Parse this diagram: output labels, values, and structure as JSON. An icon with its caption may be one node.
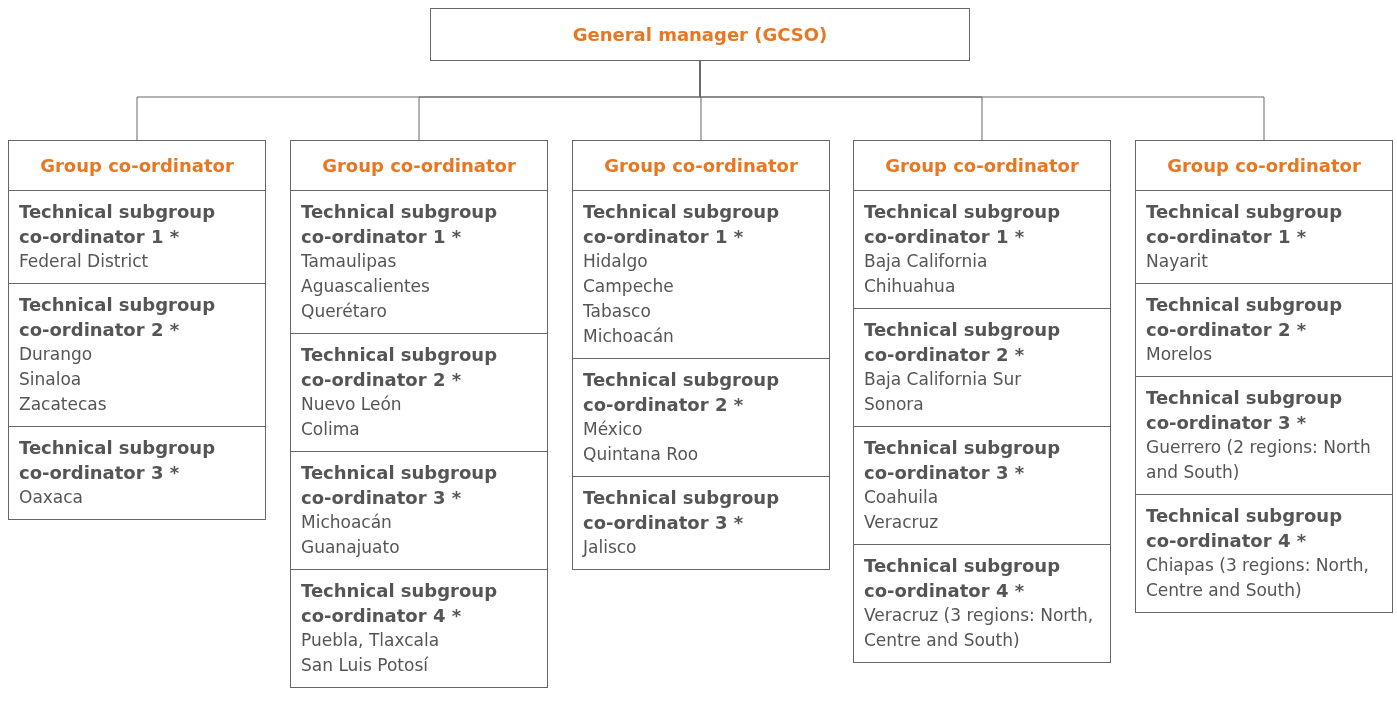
{
  "diagram": {
    "nodes": [
      {
        "text": [
          "General manager (GCSO)"
        ]
      },
      {
        "text": [
          "Group co-ordinator"
        ]
      },
      {
        "text": [
          "Technical subgroup co-ordinator 1 *",
          "Federal District"
        ],
        "in": 1
      },
      {
        "text": [
          "Technical subgroup co-ordinator 2 *",
          "Durango",
          "Sinaloa",
          "Zacatecas"
        ],
        "in": 1
      },
      {
        "text": [
          "Technical subgroup co-ordinator 3 *",
          "Oaxaca"
        ],
        "in": 1
      },
      {
        "text": [
          "Group co-ordinator"
        ]
      },
      {
        "text": [
          "Technical subgroup co-ordinator 1 *",
          "Tamaulipas",
          "Aguascalientes",
          "Querétaro"
        ],
        "in": 5
      },
      {
        "text": [
          "Technical subgroup co-ordinator 2 *",
          "Nuevo León",
          "Colima"
        ],
        "in": 5
      },
      {
        "text": [
          "Technical subgroup co-ordinator 3 *",
          "Michoacán",
          "Guanajuato"
        ],
        "in": 5
      },
      {
        "text": [
          "Technical subgroup co-ordinator 4 *",
          "Puebla, Tlaxcala",
          "San Luis Potosí"
        ],
        "in": 5
      },
      {
        "text": [
          "Group co-ordinator"
        ]
      },
      {
        "text": [
          "Technical subgroup co-ordinator 1 *",
          "Hidalgo",
          "Campeche",
          "Tabasco",
          "Michoacán"
        ],
        "in": 10
      },
      {
        "text": [
          "Technical subgroup co-ordinator 2 *",
          "México",
          "Quintana Roo"
        ],
        "in": 10
      },
      {
        "text": [
          "Technical subgroup co-ordinator 3 *",
          "Jalisco"
        ],
        "in": 10
      },
      {
        "text": [
          "Group co-ordinator"
        ]
      },
      {
        "text": [
          "Technical subgroup co-ordinator 1 *",
          "Baja California",
          "Chihuahua"
        ],
        "in": 14
      },
      {
        "text": [
          "Technical subgroup co-ordinator 2 *",
          "Baja California Sur",
          "Sonora"
        ],
        "in": 14
      },
      {
        "text": [
          "Technical subgroup co-ordinator 3 *",
          "Coahuila",
          "Veracruz"
        ],
        "in": 14
      },
      {
        "text": [
          "Technical subgroup co-ordinator 4 *",
          "Veracruz (3 regions: North, Centre and South)"
        ],
        "in": 14
      },
      {
        "text": [
          "Group co-ordinator"
        ]
      },
      {
        "text": [
          "Technical subgroup co-ordinator 1 *",
          "Nayarit"
        ],
        "in": 19
      },
      {
        "text": [
          "Technical subgroup co-ordinator 2 *",
          "Morelos"
        ],
        "in": 19
      },
      {
        "text": [
          "Technical subgroup co-ordinator 3 *",
          "Guerrero (2 regions: North and South)"
        ],
        "in": 19
      },
      {
        "text": [
          "Technical subgroup co-ordinator 4 *",
          "Chiapas (3 regions: North, Centre and South)"
        ],
        "in": 19
      }
    ],
    "edges": [
      {
        "from": 0,
        "to": 1,
        "arrow": "none"
      },
      {
        "from": 0,
        "to": 5,
        "arrow": "none"
      },
      {
        "from": 0,
        "to": 10,
        "arrow": "none"
      },
      {
        "from": 0,
        "to": 14,
        "arrow": "none"
      },
      {
        "from": 0,
        "to": 19,
        "arrow": "none"
      }
    ]
  }
}
